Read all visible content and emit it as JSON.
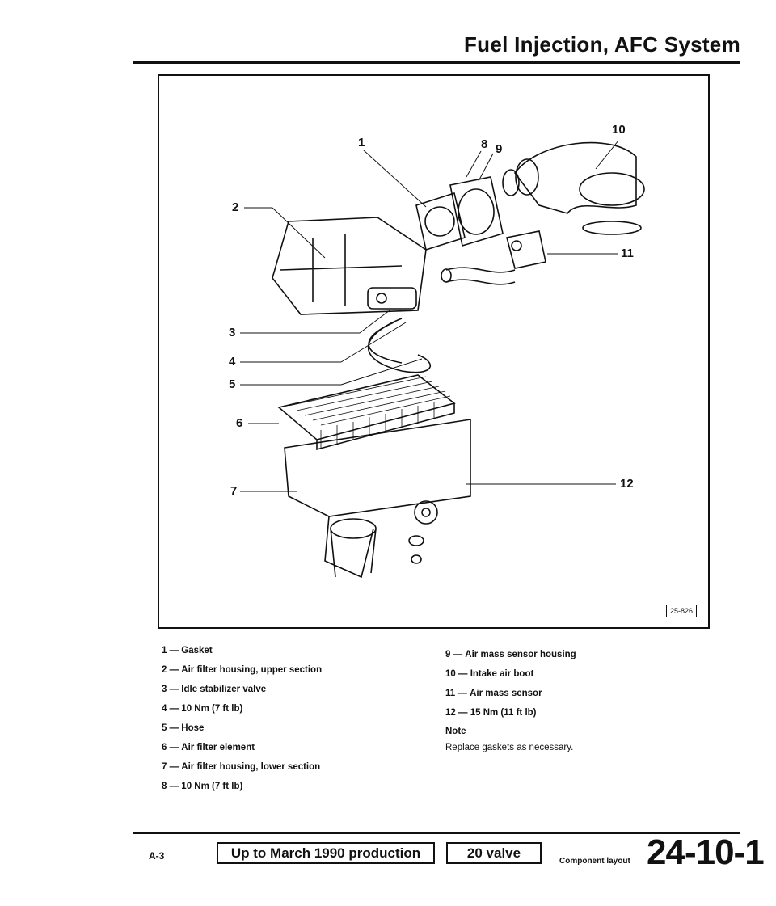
{
  "header": {
    "title": "Fuel Injection, AFC System"
  },
  "figure": {
    "id_label": "25-826",
    "callouts": [
      "1",
      "2",
      "3",
      "4",
      "5",
      "6",
      "7",
      "8",
      "9",
      "10",
      "11",
      "12"
    ]
  },
  "legend_left": [
    {
      "num": "1 —",
      "text": "Gasket"
    },
    {
      "num": "2 —",
      "text": "Air filter housing, upper section"
    },
    {
      "num": "3 —",
      "text": "Idle stabilizer valve"
    },
    {
      "num": "4 —",
      "text": "10 Nm (7 ft lb)"
    },
    {
      "num": "5 —",
      "text": "Hose"
    },
    {
      "num": "6 —",
      "text": "Air filter element"
    },
    {
      "num": "7 —",
      "text": "Air filter housing, lower section"
    },
    {
      "num": "8 —",
      "text": "10 Nm (7 ft lb)"
    }
  ],
  "legend_right": [
    {
      "num": "9 —",
      "text": "Air mass sensor housing"
    },
    {
      "num": "10 —",
      "text": "Intake air boot"
    },
    {
      "num": "11 —",
      "text": "Air mass sensor"
    },
    {
      "num": "12 —",
      "text": "15 Nm (11 ft lb)"
    }
  ],
  "note": {
    "label": "Note",
    "text": "Replace gaskets as necessary."
  },
  "footer": {
    "page_ref": "A-3",
    "production_label": "Up to March 1990 production",
    "valve_label": "20 valve",
    "section_label": "Component layout",
    "page_number": "24-10-1"
  }
}
